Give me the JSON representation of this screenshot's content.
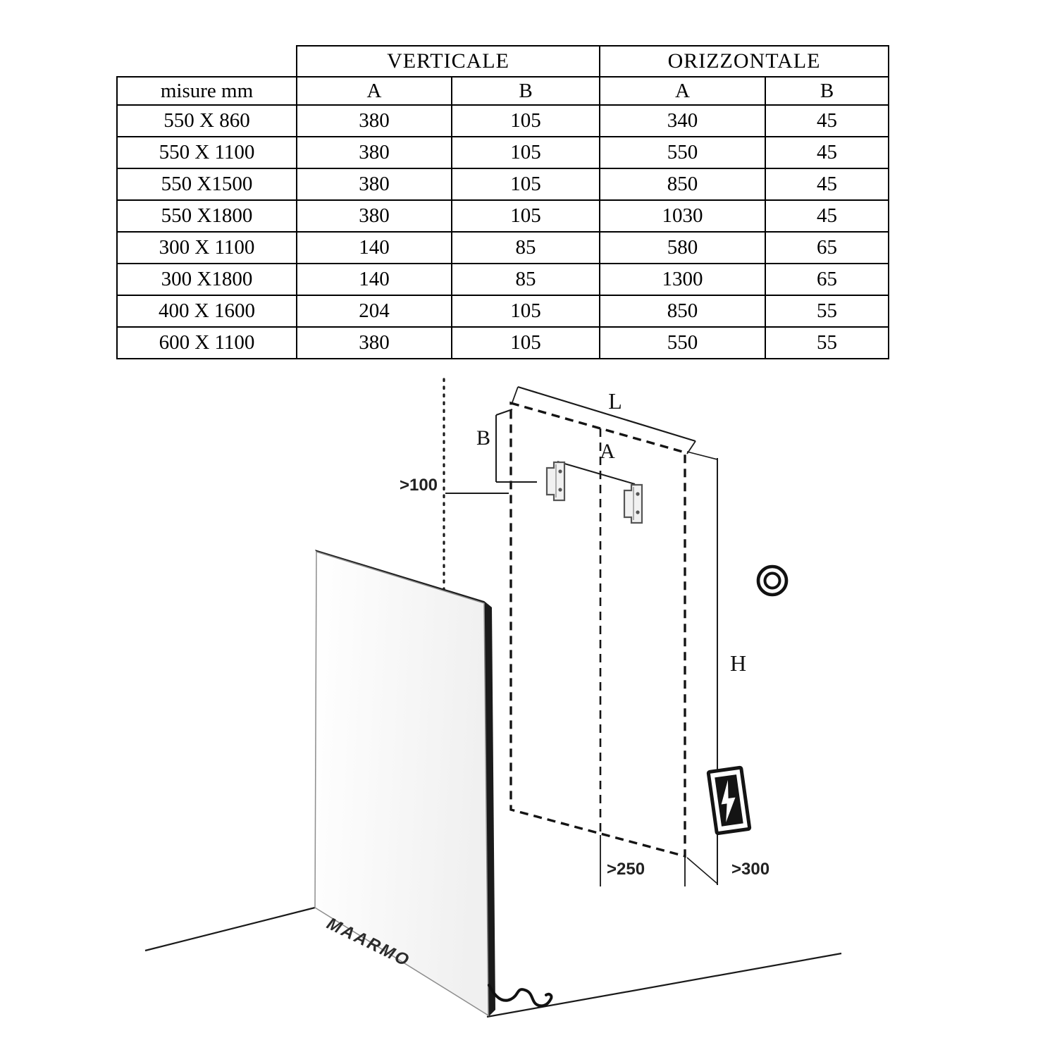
{
  "page": {
    "background": "#ffffff",
    "line_color": "#1a1a1a",
    "panel_edge_color": "#1b1b1b"
  },
  "table": {
    "group_headers": {
      "verticale": "VERTICALE",
      "orizzontale": "ORIZZONTALE"
    },
    "col_headers": {
      "misure": "misure mm",
      "vert_a": "A",
      "vert_b": "B",
      "oriz_a": "A",
      "oriz_b": "B"
    },
    "rows": [
      {
        "misure": "550 X 860",
        "vert_a": "380",
        "vert_b": "105",
        "oriz_a": "340",
        "oriz_b": "45"
      },
      {
        "misure": "550 X 1100",
        "vert_a": "380",
        "vert_b": "105",
        "oriz_a": "550",
        "oriz_b": "45"
      },
      {
        "misure": "550 X1500",
        "vert_a": "380",
        "vert_b": "105",
        "oriz_a": "850",
        "oriz_b": "45"
      },
      {
        "misure": "550 X1800",
        "vert_a": "380",
        "vert_b": "105",
        "oriz_a": "1030",
        "oriz_b": "45"
      },
      {
        "misure": "300 X 1100",
        "vert_a": "140",
        "vert_b": "85",
        "oriz_a": "580",
        "oriz_b": "65"
      },
      {
        "misure": "300 X1800",
        "vert_a": "140",
        "vert_b": "85",
        "oriz_a": "1300",
        "oriz_b": "65"
      },
      {
        "misure": "400 X 1600",
        "vert_a": "204",
        "vert_b": "105",
        "oriz_a": "850",
        "oriz_b": "55"
      },
      {
        "misure": "600 X 1100",
        "vert_a": "380",
        "vert_b": "105",
        "oriz_a": "550",
        "oriz_b": "55"
      }
    ]
  },
  "diagram": {
    "labels": {
      "length": "L",
      "bracket_offset": "B",
      "bracket_spacing": "A",
      "top_clearance": ">100",
      "height": "H",
      "bottom_clearance": ">250",
      "side_clearance": ">300",
      "brand": "MAARMO"
    }
  }
}
